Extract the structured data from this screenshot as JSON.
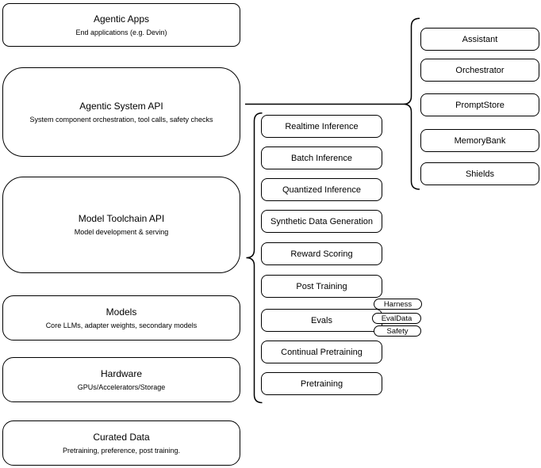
{
  "diagram": {
    "background": "#ffffff",
    "stroke": "#000000",
    "stack": [
      {
        "title": "Agentic Apps",
        "subtitle": "End applications (e.g. Devin)"
      },
      {
        "title": "Agentic System API",
        "subtitle": "System component orchestration, tool calls, safety checks"
      },
      {
        "title": "Model Toolchain API",
        "subtitle": "Model development & serving"
      },
      {
        "title": "Models",
        "subtitle": "Core LLMs, adapter weights, secondary models"
      },
      {
        "title": "Hardware",
        "subtitle": "GPUs/Accelerators/Storage"
      },
      {
        "title": "Curated Data",
        "subtitle": "Pretraining, preference, post training."
      }
    ],
    "toolchain": {
      "items": [
        "Realtime Inference",
        "Batch Inference",
        "Quantized Inference",
        "Synthetic Data Generation",
        "Reward Scoring",
        "Post Training",
        "Evals",
        "Continual Pretraining",
        "Pretraining"
      ]
    },
    "evals_tags": [
      "Harness",
      "EvalData",
      "Safety"
    ],
    "system_components": {
      "items": [
        "Assistant",
        "Orchestrator",
        "PromptStore",
        "MemoryBank",
        "Shields"
      ]
    }
  }
}
